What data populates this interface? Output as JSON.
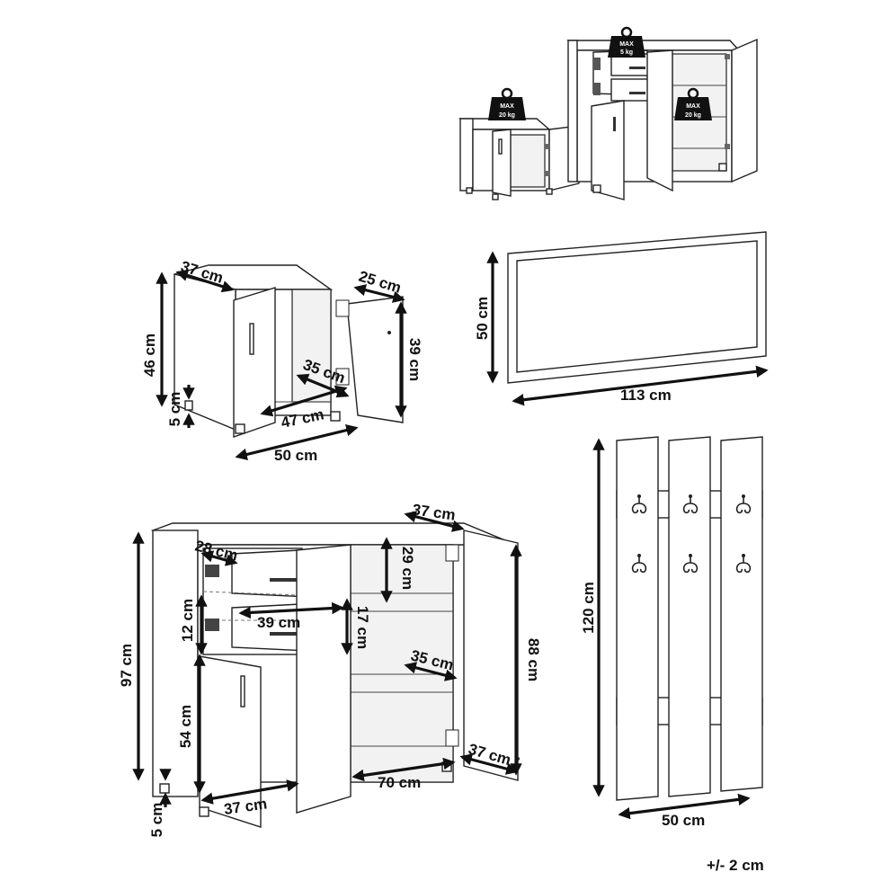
{
  "badges": {
    "small_cabinet_max": "MAX",
    "small_cabinet_load": "20 kg",
    "drawer_max": "MAX",
    "drawer_load": "5 kg",
    "shelf_max": "MAX",
    "shelf_load": "20 kg"
  },
  "small_cabinet": {
    "depth_top": "37 cm",
    "door_width": "25 cm",
    "height": "46 cm",
    "inner_height": "39 cm",
    "inner_depth": "35 cm",
    "inner_width": "47 cm",
    "leg_height": "5 cm",
    "width": "50 cm"
  },
  "mirror": {
    "height": "50 cm",
    "width": "113 cm"
  },
  "sideboard": {
    "depth_top": "37 cm",
    "drawer_depth": "28 cm",
    "upper_shelf_height": "29 cm",
    "drawer_height": "12 cm",
    "drawer_width": "39 cm",
    "shelf_gap": "17 cm",
    "height": "97 cm",
    "inner_height": "88 cm",
    "shelf_depth": "35 cm",
    "door_compartment_height": "54 cm",
    "leg_height": "5 cm",
    "door_compartment_width": "37 cm",
    "inner_width": "70 cm",
    "depth_bottom": "37 cm"
  },
  "coat_rack": {
    "height": "120 cm",
    "width": "50 cm"
  },
  "tolerance": "+/- 2 cm"
}
